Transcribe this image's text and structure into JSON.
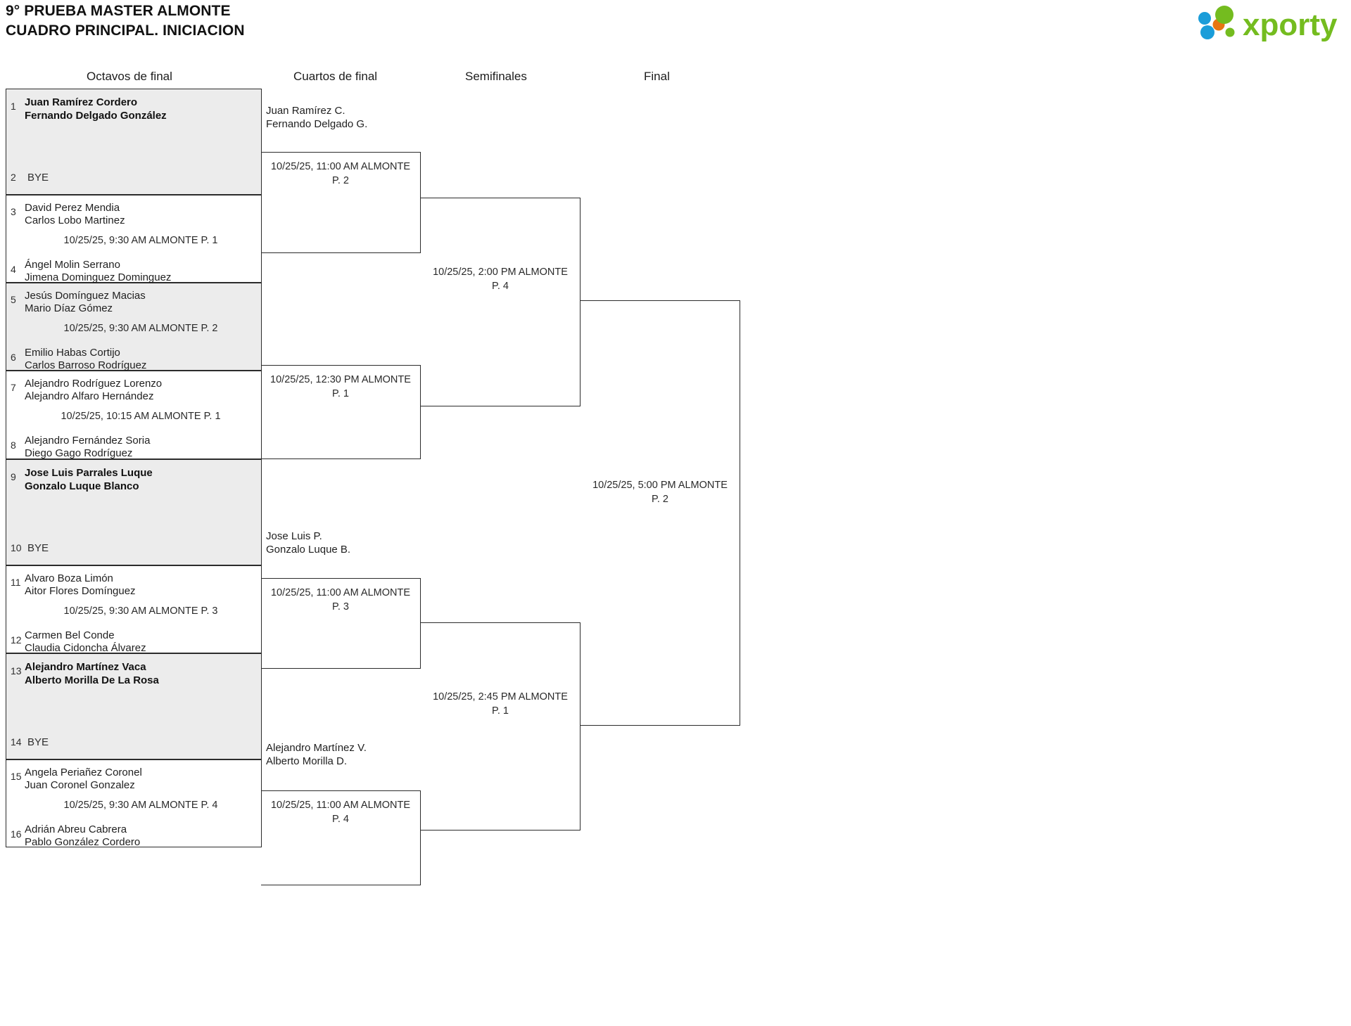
{
  "header": {
    "title_line1": "9° PRUEBA MASTER ALMONTE",
    "title_line2": "CUADRO PRINCIPAL. INICIACION",
    "logo_text": "xporty",
    "logo_colors": {
      "green": "#74BC1F",
      "blue": "#1B9DD9",
      "orange": "#E87511"
    }
  },
  "rounds": [
    {
      "label": "Octavos de final"
    },
    {
      "label": "Cuartos de final"
    },
    {
      "label": "Semifinales"
    },
    {
      "label": "Final"
    }
  ],
  "round1": [
    {
      "seed": "1",
      "player1": "Juan Ramírez Cordero",
      "player2": "Fernando Delgado González",
      "winner": true,
      "shaded": true
    },
    {
      "seed": "2",
      "bye_label": "BYE"
    },
    {
      "seed": "3",
      "player1": "David Perez Mendia",
      "player2": "Carlos Lobo Martinez",
      "winner": false,
      "shaded": false
    },
    {
      "seed": "4",
      "player1": "Ángel Molin Serrano",
      "player2": "Jimena Dominguez Dominguez",
      "winner": false,
      "shaded": false
    },
    {
      "seed": "5",
      "player1": "Jesús Domínguez Macias",
      "player2": "Mario Díaz Gómez",
      "winner": false,
      "shaded": true
    },
    {
      "seed": "6",
      "player1": "Emilio Habas Cortijo",
      "player2": "Carlos Barroso Rodríguez",
      "winner": false,
      "shaded": true
    },
    {
      "seed": "7",
      "player1": "Alejandro Rodríguez Lorenzo",
      "player2": "Alejandro Alfaro Hernández",
      "winner": false,
      "shaded": false
    },
    {
      "seed": "8",
      "player1": "Alejandro Fernández Soria",
      "player2": "Diego Gago Rodríguez",
      "winner": false,
      "shaded": false
    },
    {
      "seed": "9",
      "player1": "Jose Luis Parrales Luque",
      "player2": "Gonzalo Luque Blanco",
      "winner": true,
      "shaded": true
    },
    {
      "seed": "10",
      "bye_label": "BYE"
    },
    {
      "seed": "11",
      "player1": "Alvaro Boza Limón",
      "player2": "Aitor Flores Domínguez",
      "winner": false,
      "shaded": false
    },
    {
      "seed": "12",
      "player1": "Carmen Bel Conde",
      "player2": "Claudia Cidoncha Álvarez",
      "winner": false,
      "shaded": false
    },
    {
      "seed": "13",
      "player1": "Alejandro Martínez Vaca",
      "player2": "Alberto Morilla De La Rosa",
      "winner": true,
      "shaded": true
    },
    {
      "seed": "14",
      "bye_label": "BYE"
    },
    {
      "seed": "15",
      "player1": "Angela Periañez Coronel",
      "player2": "Juan Coronel Gonzalez",
      "winner": false,
      "shaded": false
    },
    {
      "seed": "16",
      "player1": "Adrián Abreu Cabrera",
      "player2": "Pablo González Cordero",
      "winner": false,
      "shaded": false
    }
  ],
  "round1_matches": [
    {
      "info": "10/25/25, 9:30 AM ALMONTE P. 1"
    },
    {
      "info": "10/25/25, 9:30 AM ALMONTE P. 2"
    },
    {
      "info": "10/25/25, 10:15 AM ALMONTE P. 1"
    },
    {
      "info": "10/25/25, 9:30 AM ALMONTE P. 3"
    },
    {
      "info": "10/25/25, 9:30 AM ALMONTE P. 4"
    }
  ],
  "quarterfinals": [
    {
      "advanced_p1": "Juan Ramírez C.",
      "advanced_p2": "Fernando Delgado G.",
      "info_line1": "10/25/25, 11:00 AM ALMONTE",
      "info_line2": "P. 2"
    },
    {
      "advanced_p1": "",
      "advanced_p2": "",
      "info_line1": "10/25/25, 12:30 PM ALMONTE",
      "info_line2": "P. 1"
    },
    {
      "advanced_p1": "Jose Luis P.",
      "advanced_p2": "Gonzalo Luque B.",
      "info_line1": "10/25/25, 11:00 AM ALMONTE",
      "info_line2": "P. 3"
    },
    {
      "advanced_p1": "Alejandro Martínez V.",
      "advanced_p2": "Alberto Morilla D.",
      "info_line1": "10/25/25, 11:00 AM ALMONTE",
      "info_line2": "P. 4"
    }
  ],
  "semifinals": [
    {
      "info_line1": "10/25/25, 2:00 PM ALMONTE",
      "info_line2": "P. 4"
    },
    {
      "info_line1": "10/25/25, 2:45 PM ALMONTE",
      "info_line2": "P. 1"
    }
  ],
  "final": {
    "info_line1": "10/25/25, 5:00 PM ALMONTE",
    "info_line2": "P. 2"
  }
}
